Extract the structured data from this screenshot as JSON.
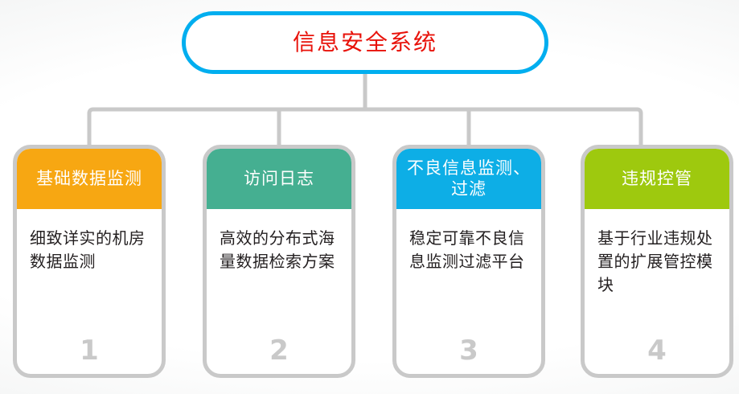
{
  "diagram": {
    "title_text": "信息安全系统",
    "root": {
      "label": "信息安全系统",
      "text_color": "#E8120A",
      "border_color": "#00AEEF",
      "fill_color": "#FFFFFF"
    },
    "connector": {
      "line_color": "#C9C9C9",
      "line_width": 5
    },
    "cards": [
      {
        "header": "基础数据监测",
        "description": "细致详实的机房数据监测",
        "number": "1",
        "header_color": "#F7A712",
        "header_text_color": "#FFFFFF",
        "number_color": "#C9C9C9"
      },
      {
        "header": "访问日志",
        "description": "高效的分布式海量数据检索方案",
        "number": "2",
        "header_color": "#45AF91",
        "header_text_color": "#FFFFFF",
        "number_color": "#C9C9C9"
      },
      {
        "header": "不良信息监测、过滤",
        "description": "稳定可靠不良信息监测过滤平台",
        "number": "3",
        "header_color": "#0DAEE6",
        "header_text_color": "#FFFFFF",
        "number_color": "#C9C9C9"
      },
      {
        "header": "违规控管",
        "description": "基于行业违规处置的扩展管控模块",
        "number": "4",
        "header_color": "#9EC90E",
        "header_text_color": "#FFFFFF",
        "number_color": "#C9C9C9"
      }
    ]
  }
}
